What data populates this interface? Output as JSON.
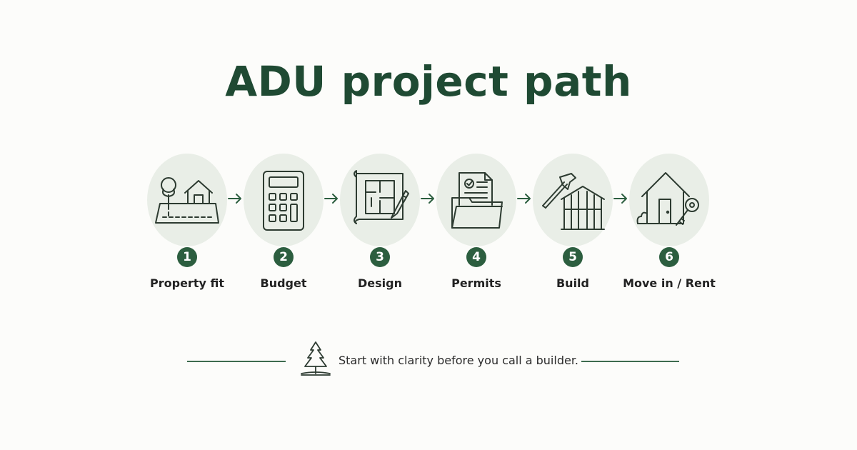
{
  "title": "ADU project path",
  "steps": [
    {
      "number": "1",
      "label": "Property fit",
      "icon": "property-lot-icon"
    },
    {
      "number": "2",
      "label": "Budget",
      "icon": "calculator-icon"
    },
    {
      "number": "3",
      "label": "Design",
      "icon": "blueprint-icon"
    },
    {
      "number": "4",
      "label": "Permits",
      "icon": "permit-folder-icon"
    },
    {
      "number": "5",
      "label": "Build",
      "icon": "hammer-house-frame-icon"
    },
    {
      "number": "6",
      "label": "Move in / Rent",
      "icon": "house-key-icon"
    }
  ],
  "footer": {
    "text": "Start with clarity before you call a builder.",
    "icon": "pine-tree-icon"
  },
  "colors": {
    "primary": "#1f4a33",
    "badge": "#2c5e3f",
    "circle_bg": "#e9eee7",
    "background": "#fcfcfa"
  }
}
